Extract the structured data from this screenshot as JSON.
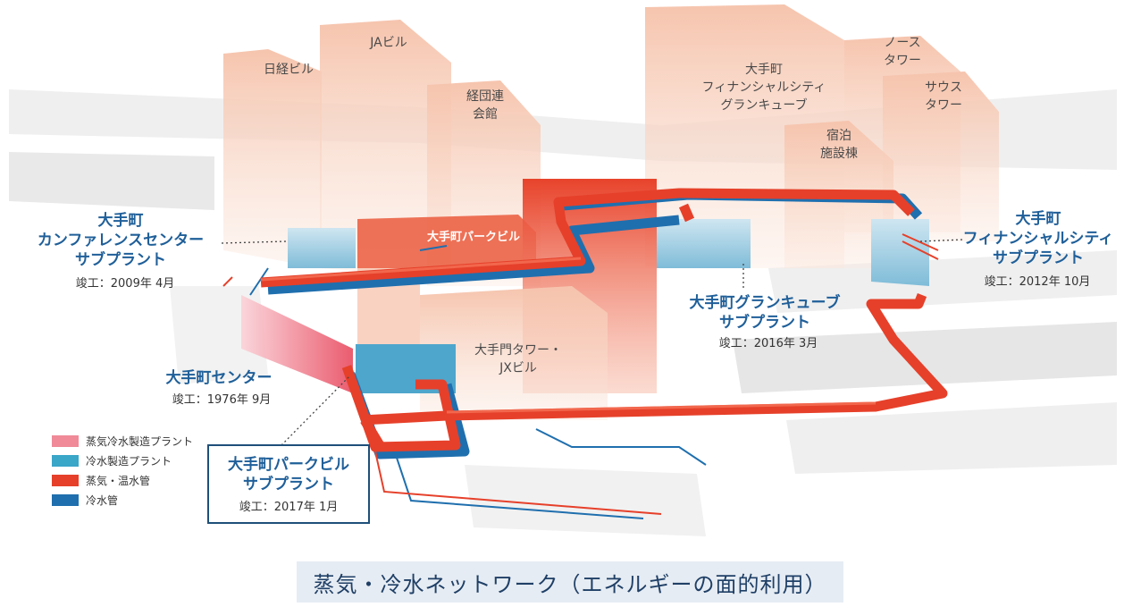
{
  "buildings": {
    "nikkei": "日経ビル",
    "ja": "JAビル",
    "keidanren": "経団連\n会館",
    "financial_city_grand_cube": "大手町\nフィナンシャルシティ\nグランキューブ",
    "north_tower": "ノース\nタワー",
    "south_tower": "サウス\nタワー",
    "lodging": "宿泊\n施設棟",
    "park_building": "大手町パークビル",
    "otemon_tower": "大手門タワー・\nJXビル"
  },
  "plants": {
    "conference": {
      "name": "大手町\nカンファレンスセンター\nサブプラント",
      "date": "竣工：2009年 4月"
    },
    "financial_city": {
      "name": "大手町\nフィナンシャルシティ\nサブプラント",
      "date": "竣工：2012年 10月"
    },
    "grand_cube": {
      "name": "大手町グランキューブ\nサブプラント",
      "date": "竣工：2016年 3月"
    },
    "center": {
      "name": "大手町センター",
      "date": "竣工：1976年 9月"
    },
    "park_building": {
      "name": "大手町パークビル\nサブプラント",
      "date": "竣工：2017年 1月"
    }
  },
  "legend": [
    {
      "label": "蒸気冷水製造プラント",
      "color": "#f08a98"
    },
    {
      "label": "冷水製造プラント",
      "color": "#3aa6c8"
    },
    {
      "label": "蒸気・温水管",
      "color": "#e6402a"
    },
    {
      "label": "冷水管",
      "color": "#1f6fae"
    }
  ],
  "caption": "蒸気・冷水ネットワーク（エネルギーの面的利用）"
}
